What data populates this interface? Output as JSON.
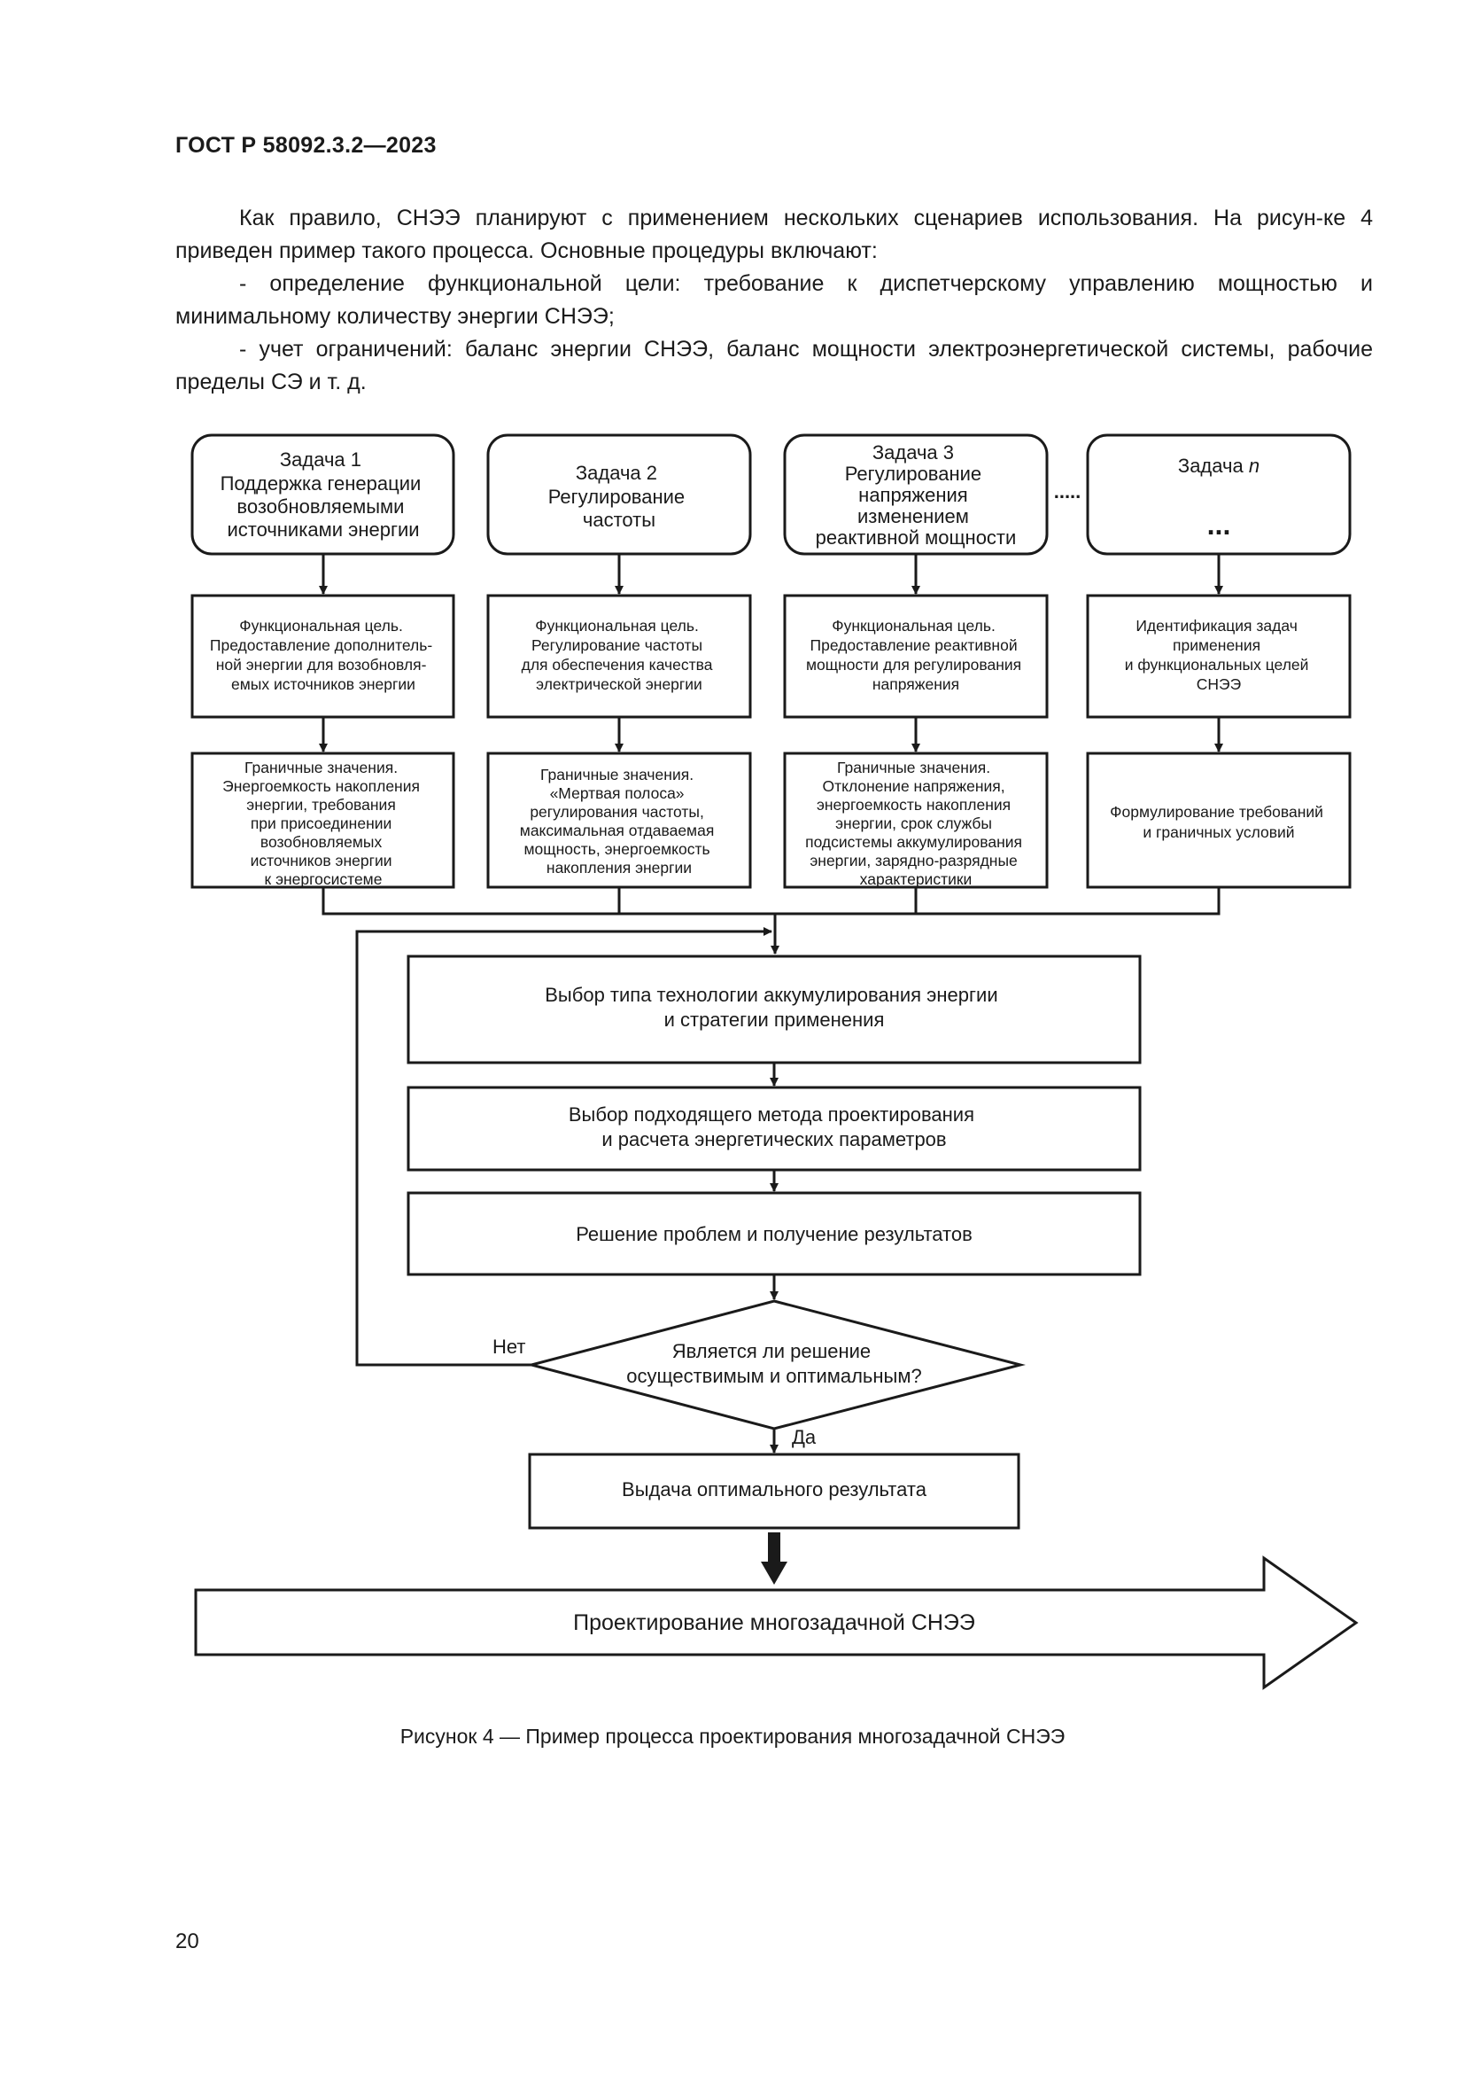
{
  "header": "ГОСТ Р 58092.3.2—2023",
  "paragraphs": [
    "Как правило, СНЭЭ планируют с применением нескольких сценариев использования. На рисун-ке 4 приведен пример такого процесса. Основные процедуры включают:",
    "- определение функциональной цели: требование к диспетчерскому управлению мощностью и минимальному количеству энергии СНЭЭ;",
    "- учет ограничений: баланс энергии СНЭЭ, баланс мощности электроэнергетической системы, рабочие пределы СЭ и т. д."
  ],
  "diagram": {
    "tasks": [
      {
        "title": [
          "Задача 1",
          "Поддержка генерации",
          "возобновляемыми",
          "источниками энергии"
        ],
        "goal": [
          "Функциональная цель.",
          "Предоставление дополнитель-",
          "ной энергии для возобновля-",
          "емых источников энергии"
        ],
        "limits": [
          "Граничные значения.",
          "Энергоемкость накопления",
          "энергии, требования",
          "при присоединении",
          "возобновляемых",
          "источников энергии",
          "к энергосистеме"
        ]
      },
      {
        "title": [
          "Задача 2",
          "Регулирование",
          "частоты"
        ],
        "goal": [
          "Функциональная цель.",
          "Регулирование частоты",
          "для обеспечения качества",
          "электрической энергии"
        ],
        "limits": [
          "Граничные значения.",
          "«Мертвая полоса»",
          "регулирования частоты,",
          "максимальная отдаваемая",
          "мощность, энергоемкость",
          "накопления энергии"
        ]
      },
      {
        "title": [
          "Задача 3",
          "Регулирование",
          "напряжения",
          "изменением",
          "реактивной мощности"
        ],
        "goal": [
          "Функциональная цель.",
          "Предоставление реактивной",
          "мощности для регулирования",
          "напряжения"
        ],
        "limits": [
          "Граничные значения.",
          "Отклонение напряжения,",
          "энергоемкость накопления",
          "энергии, срок службы",
          "подсистемы аккумулирования",
          "энергии, зарядно-разрядные",
          "характеристики"
        ]
      },
      {
        "title": [
          "Задача",
          "n"
        ],
        "title_ellipsis": "...",
        "goal": [
          "Идентификация задач",
          "применения",
          "и функциональных целей",
          "СНЭЭ"
        ],
        "limits": [
          "Формулирование требований",
          "и граничных условий"
        ]
      }
    ],
    "dots_between": ".....",
    "step_select_tech": [
      "Выбор типа технологии аккумулирования энергии",
      "и стратегии применения"
    ],
    "step_select_method": [
      "Выбор подходящего метода проектирования",
      "и расчета энергетических параметров"
    ],
    "step_solve": "Решение проблем и получение результатов",
    "decision": [
      "Является ли решение",
      "осуществимым и оптимальным?"
    ],
    "label_no": "Нет",
    "label_yes": "Да",
    "step_output": "Выдача оптимального результата",
    "final_arrow": "Проектирование многозадачной СНЭЭ"
  },
  "caption": "Рисунок 4 — Пример процесса проектирования многозадачной СНЭЭ",
  "page_number": "20"
}
